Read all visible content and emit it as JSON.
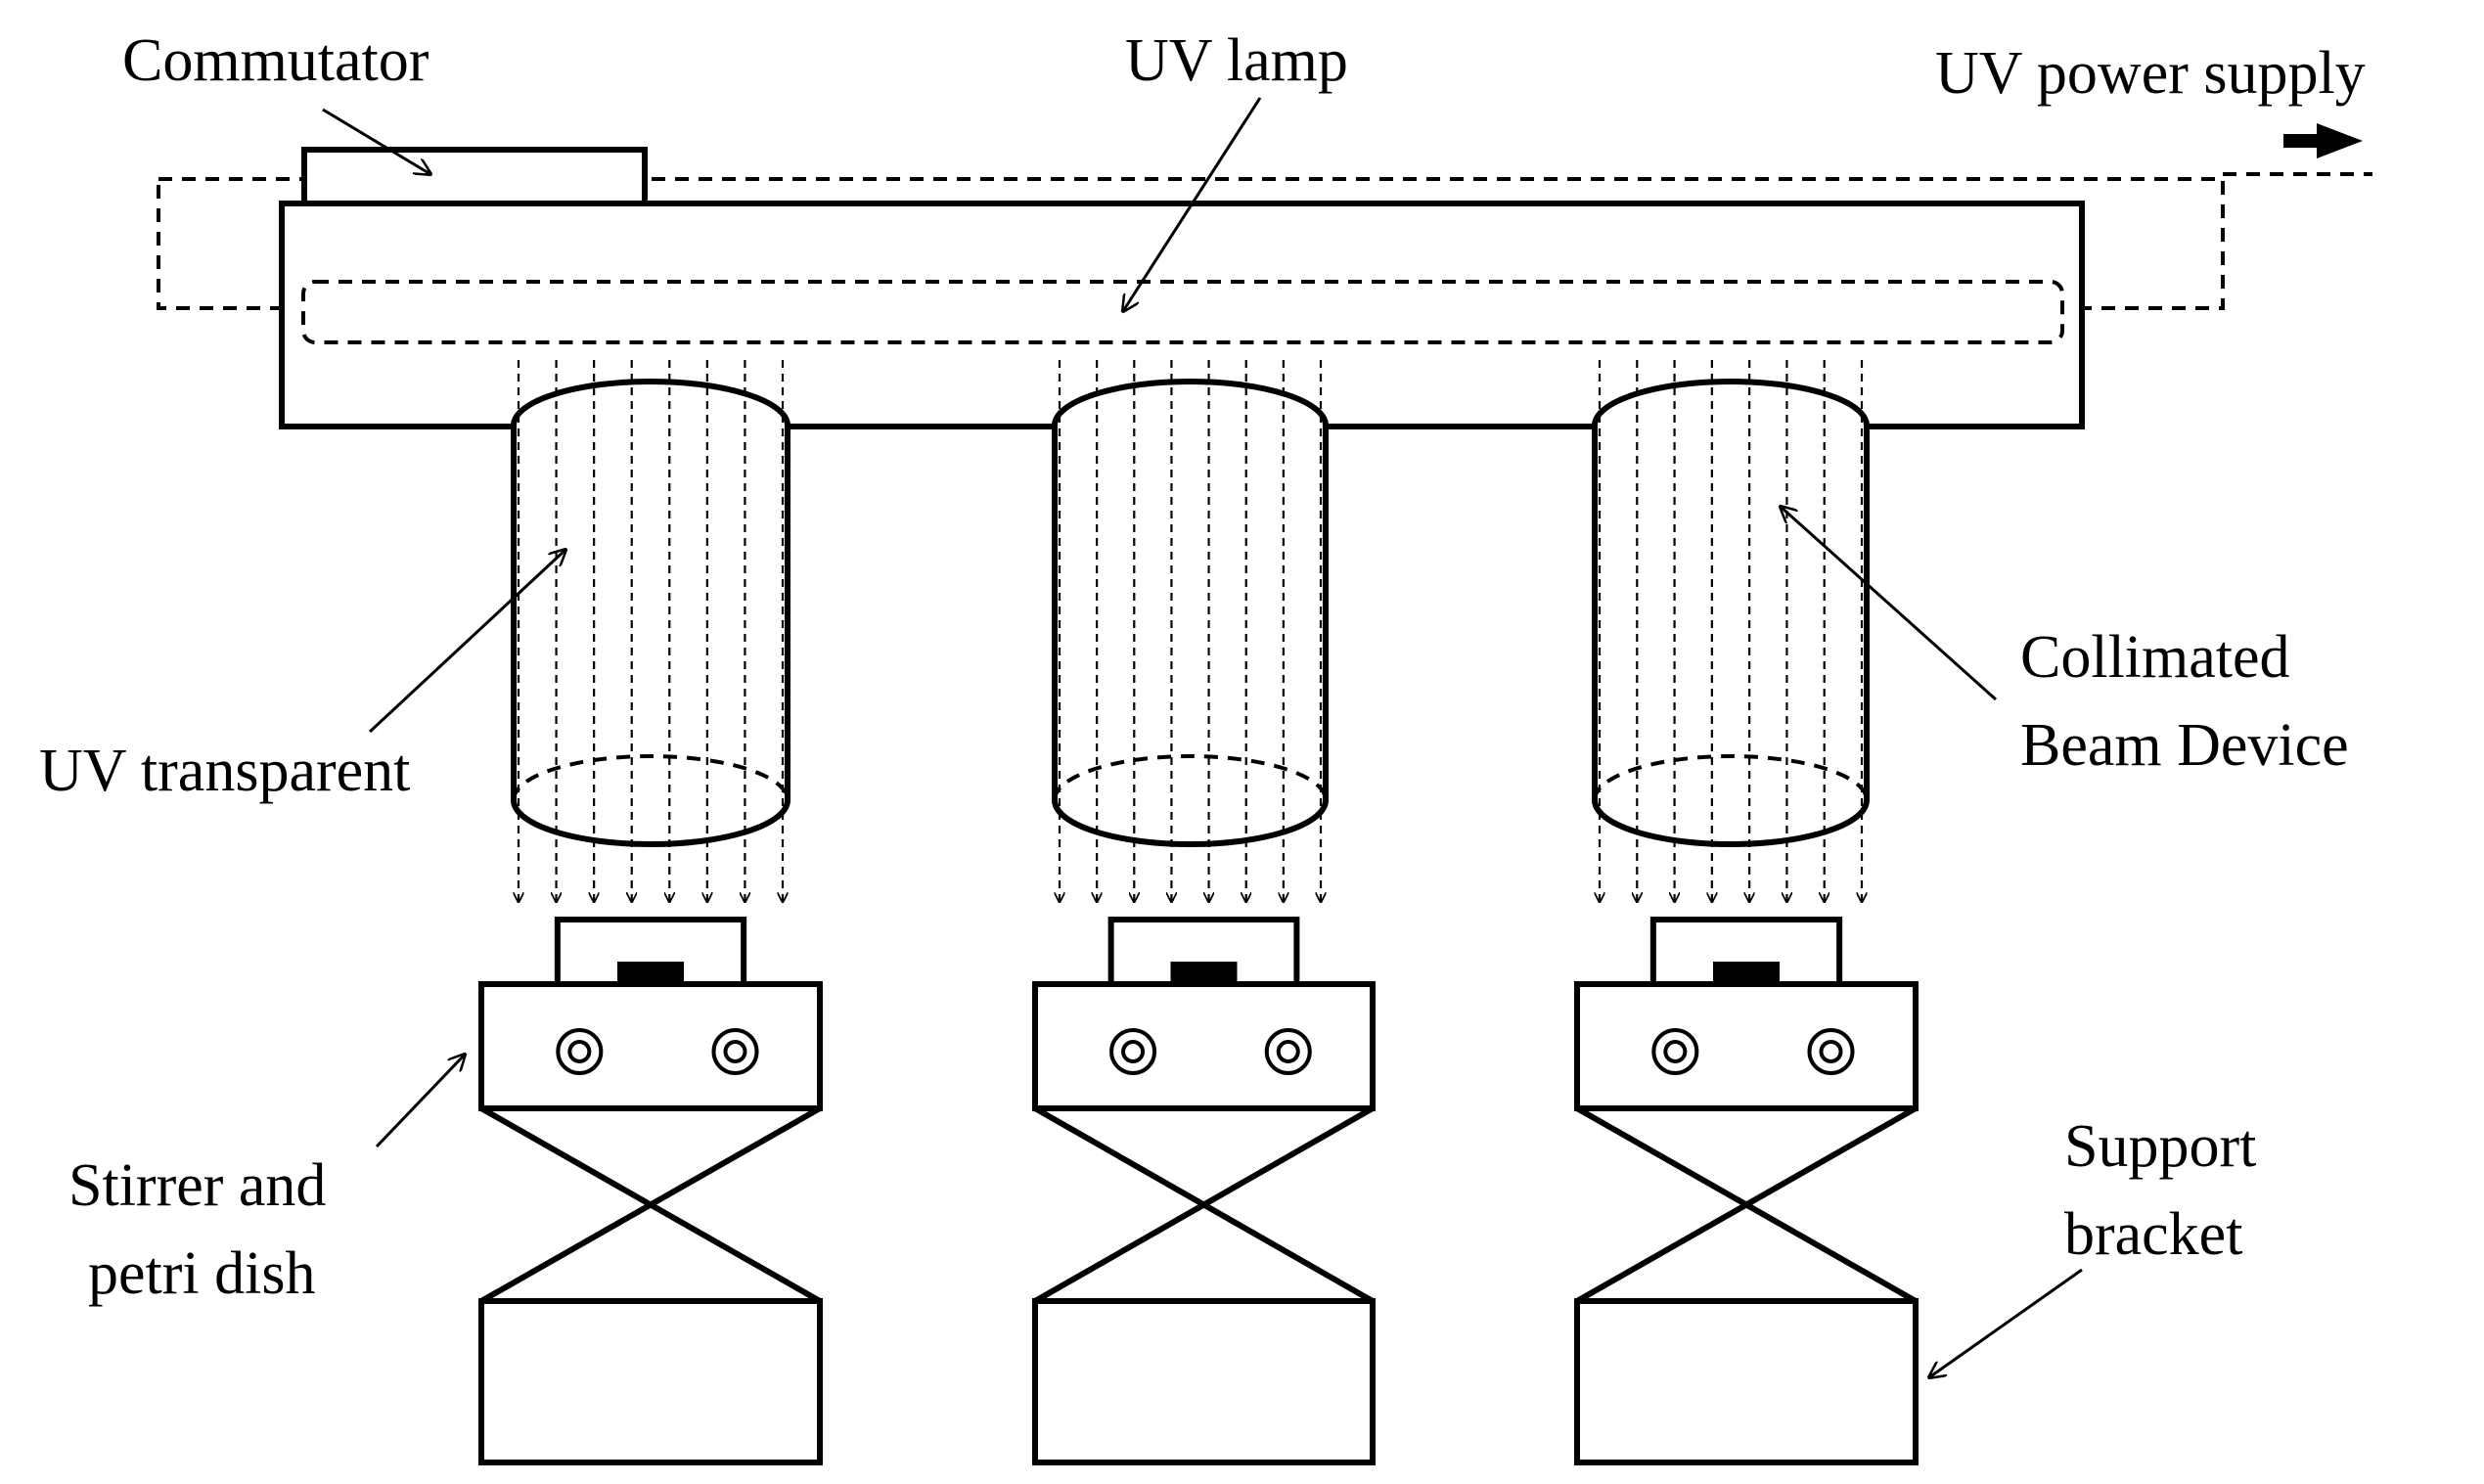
{
  "labels": {
    "commutator": "Commutator",
    "uv_lamp": "UV lamp",
    "uv_power_supply": "UV power supply",
    "uv_transparent": "UV transparent",
    "collimated_line1": "Collimated",
    "collimated_line2": "Beam Device",
    "stirrer_line1": "Stirrer and",
    "stirrer_line2": "petri dish",
    "support_line1": "Support",
    "support_line2": "bracket"
  },
  "unit_count": 3
}
